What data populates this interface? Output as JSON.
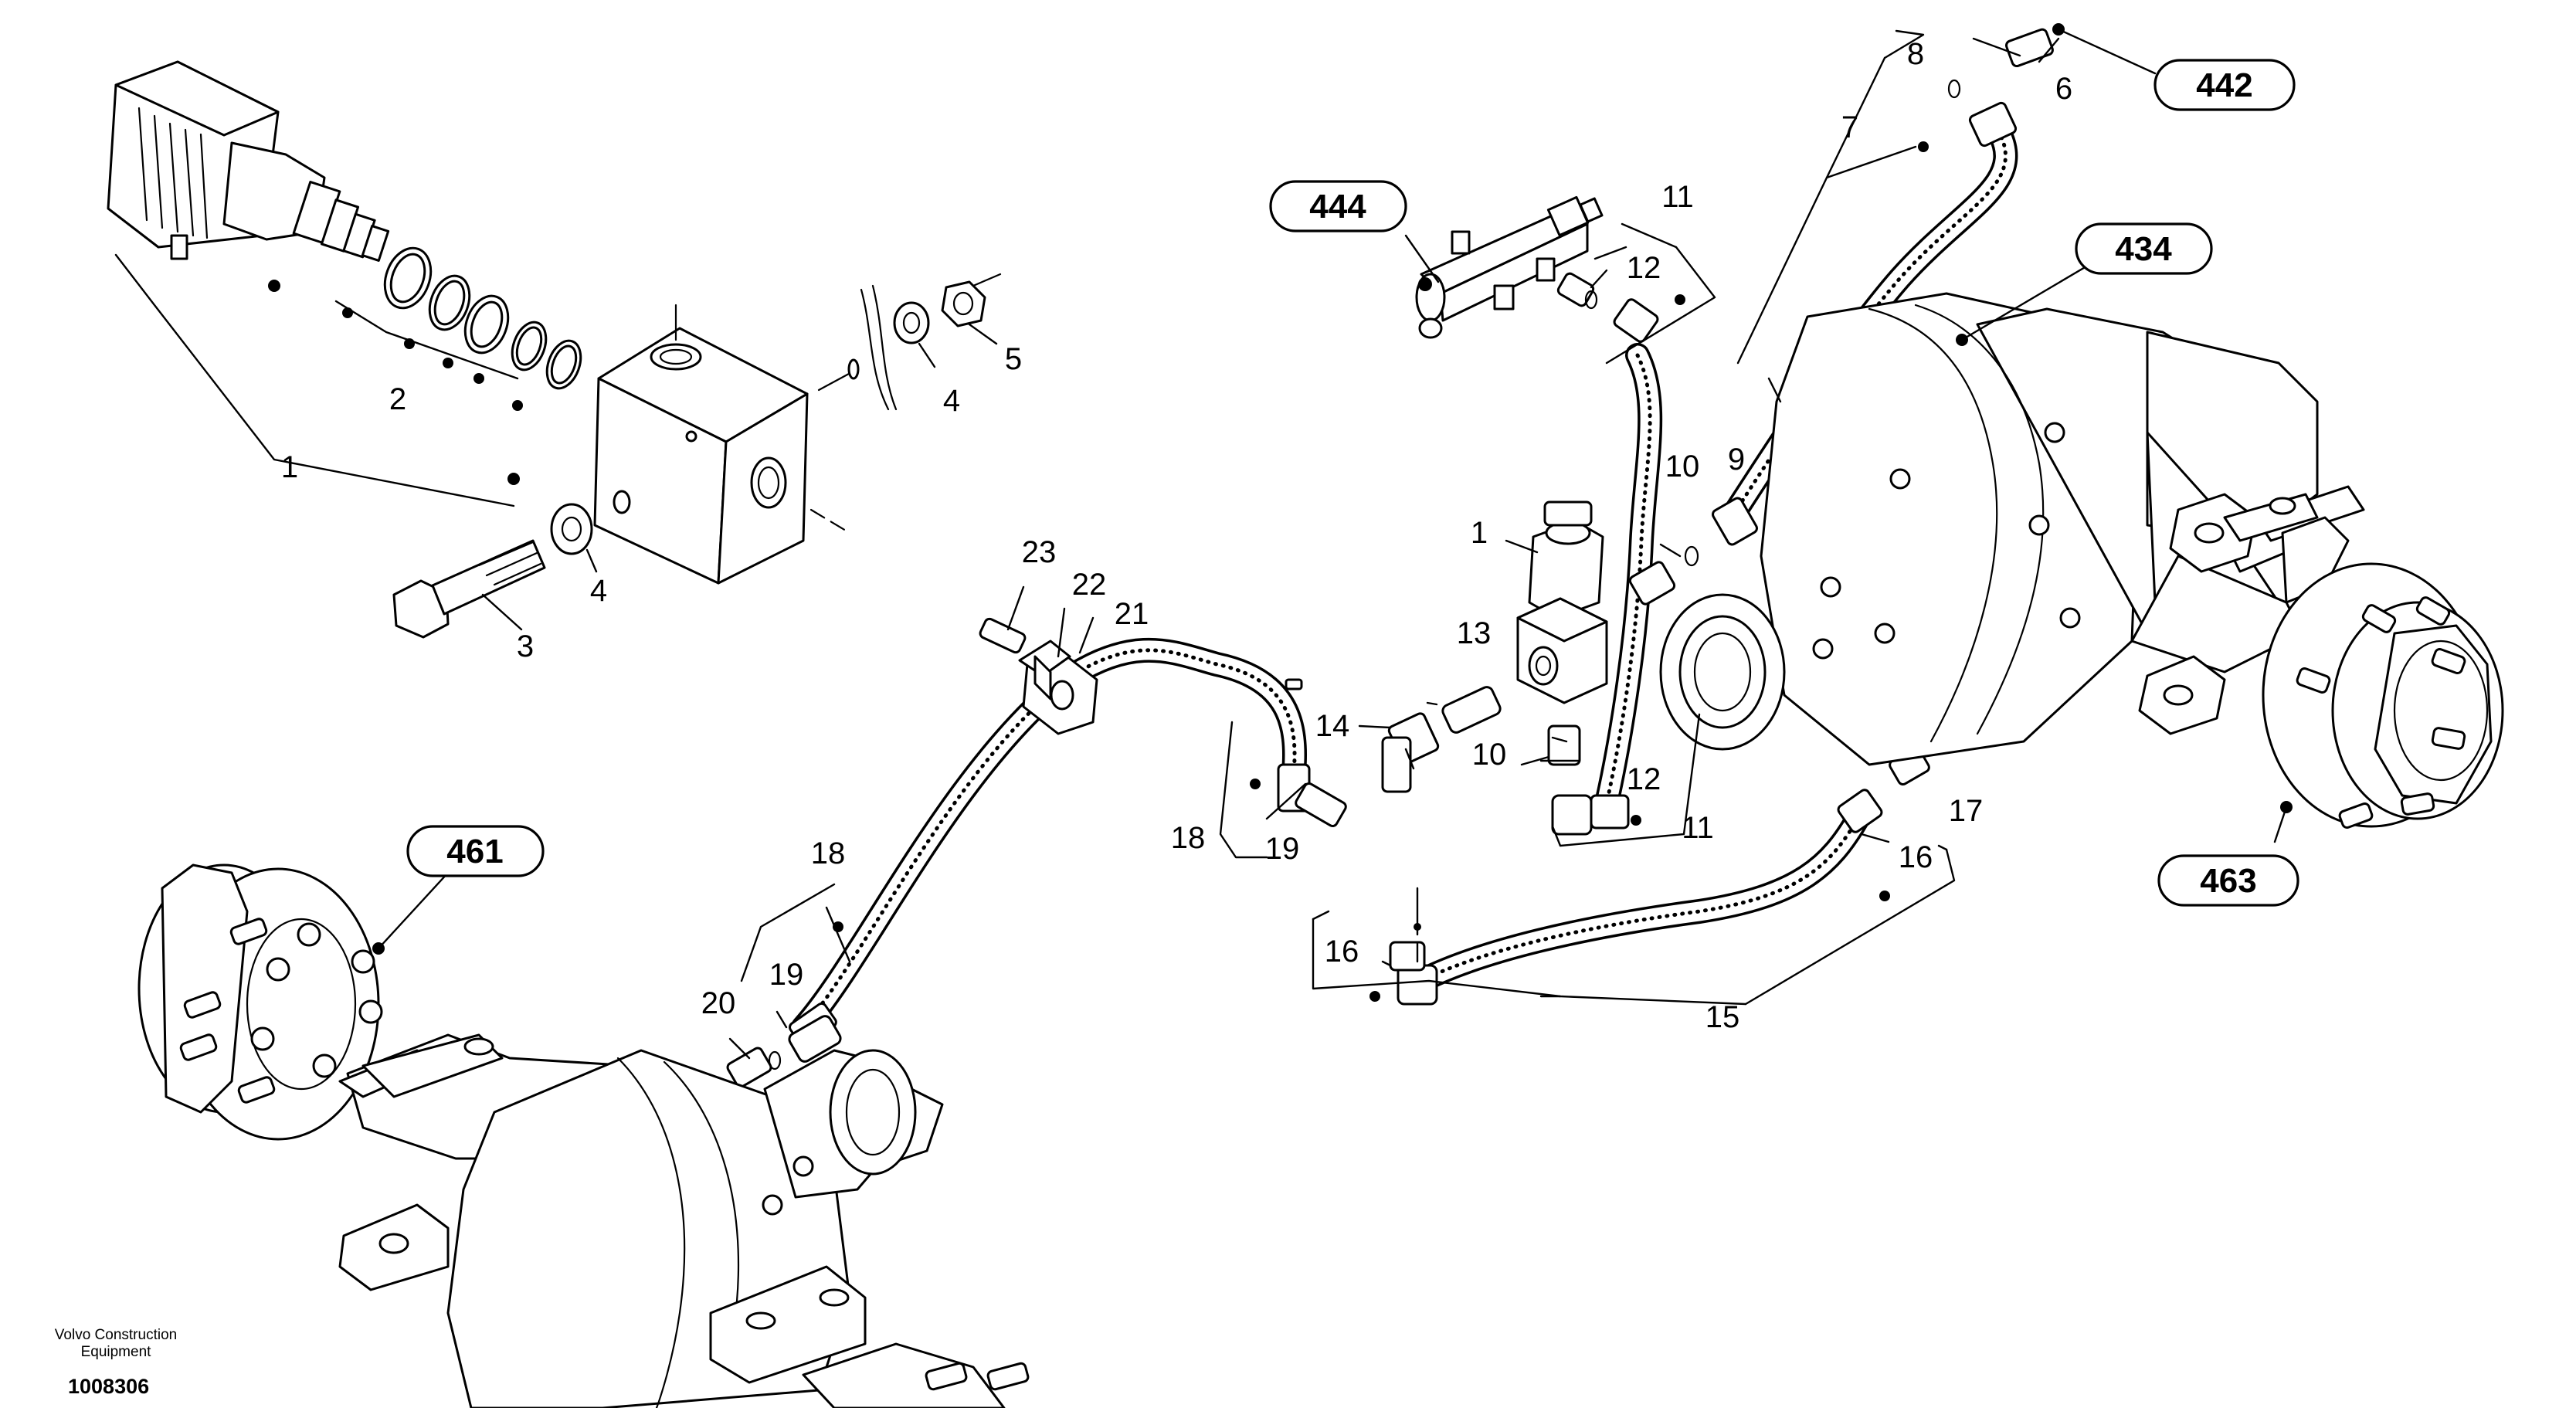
{
  "diagram": {
    "ref_boxes": [
      {
        "id": "444",
        "label": "444"
      },
      {
        "id": "442",
        "label": "442"
      },
      {
        "id": "434",
        "label": "434"
      },
      {
        "id": "461",
        "label": "461"
      },
      {
        "id": "463",
        "label": "463"
      }
    ],
    "callouts": [
      {
        "id": "c1a",
        "label": "1"
      },
      {
        "id": "c2",
        "label": "2"
      },
      {
        "id": "c3",
        "label": "3"
      },
      {
        "id": "c4a",
        "label": "4"
      },
      {
        "id": "c4b",
        "label": "4"
      },
      {
        "id": "c5",
        "label": "5"
      },
      {
        "id": "c1b",
        "label": "1"
      },
      {
        "id": "c6",
        "label": "6"
      },
      {
        "id": "c7",
        "label": "7"
      },
      {
        "id": "c8",
        "label": "8"
      },
      {
        "id": "c9",
        "label": "9"
      },
      {
        "id": "c10a",
        "label": "10"
      },
      {
        "id": "c10b",
        "label": "10"
      },
      {
        "id": "c11a",
        "label": "11"
      },
      {
        "id": "c11b",
        "label": "11"
      },
      {
        "id": "c12a",
        "label": "12"
      },
      {
        "id": "c12b",
        "label": "12"
      },
      {
        "id": "c13",
        "label": "13"
      },
      {
        "id": "c14",
        "label": "14"
      },
      {
        "id": "c15",
        "label": "15"
      },
      {
        "id": "c16a",
        "label": "16"
      },
      {
        "id": "c16b",
        "label": "16"
      },
      {
        "id": "c17",
        "label": "17"
      },
      {
        "id": "c18a",
        "label": "18"
      },
      {
        "id": "c18b",
        "label": "18"
      },
      {
        "id": "c19a",
        "label": "19"
      },
      {
        "id": "c19b",
        "label": "19"
      },
      {
        "id": "c20",
        "label": "20"
      },
      {
        "id": "c21",
        "label": "21"
      },
      {
        "id": "c22",
        "label": "22"
      },
      {
        "id": "c23",
        "label": "23"
      }
    ]
  },
  "footer": {
    "company_line1": "Volvo Construction",
    "company_line2": "Equipment",
    "document_number": "1008306"
  }
}
